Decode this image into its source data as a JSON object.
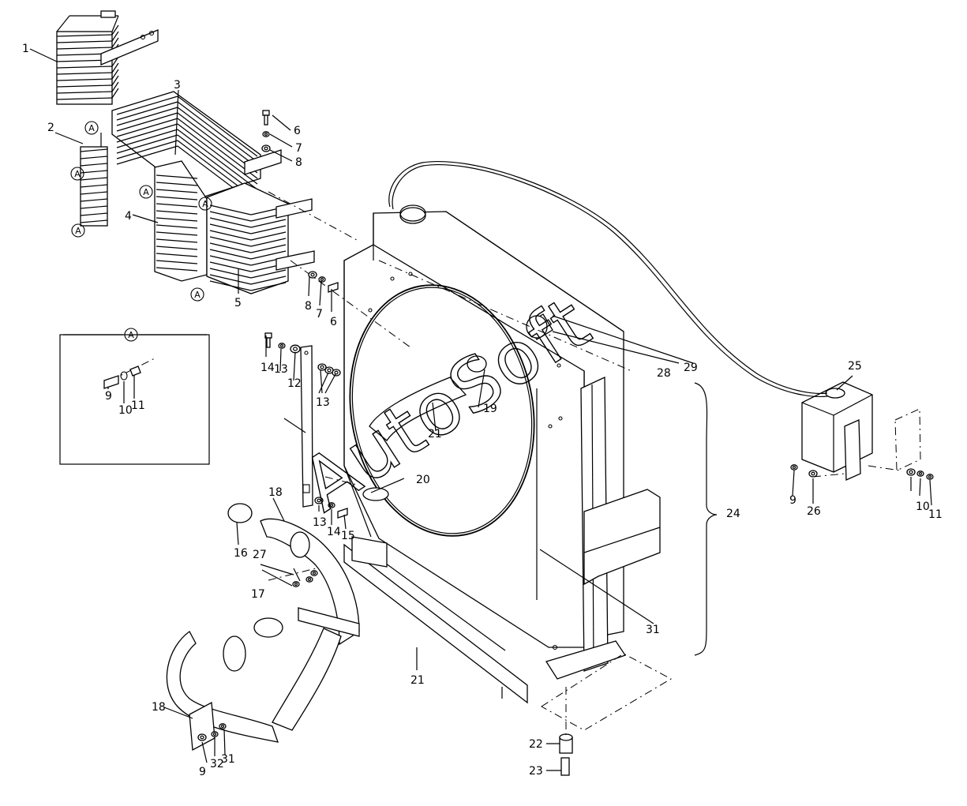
{
  "watermark": "AutoSoft",
  "callout_marker": "A",
  "detail_view": {
    "marker": "A",
    "labels": [
      "9",
      "10",
      "11"
    ]
  },
  "labels": [
    "1",
    "2",
    "3",
    "4",
    "5",
    "6",
    "7",
    "8",
    "8",
    "7",
    "6",
    "9",
    "10",
    "11",
    "12",
    "13",
    "13",
    "13",
    "14",
    "14",
    "15",
    "16",
    "17",
    "18",
    "18",
    "19",
    "20",
    "21",
    "21",
    "22",
    "23",
    "24",
    "25",
    "26",
    "27",
    "28",
    "29",
    "31",
    "31",
    "32",
    "9",
    "10",
    "11"
  ]
}
